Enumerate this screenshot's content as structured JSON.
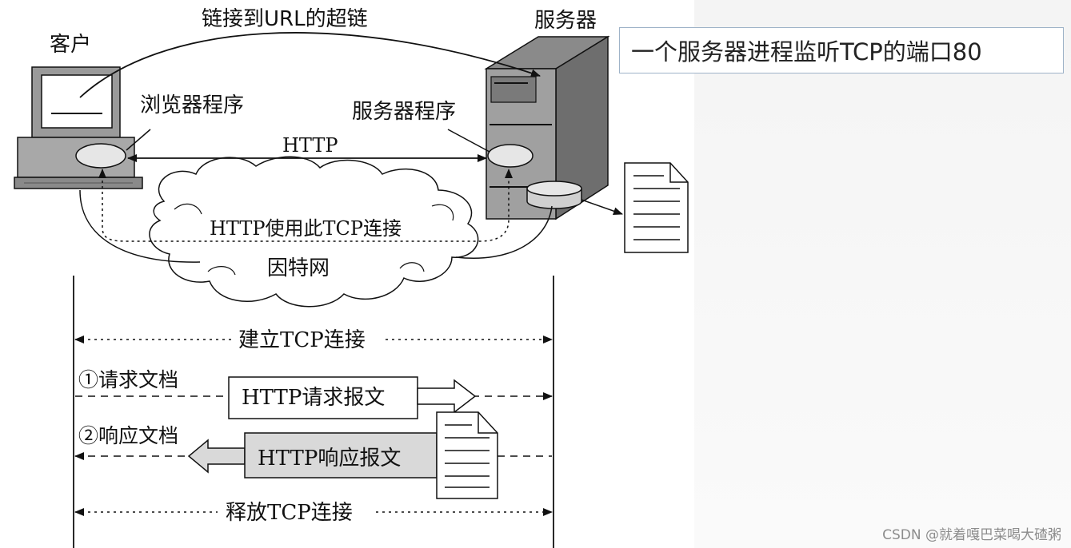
{
  "labels": {
    "client": "客户",
    "server": "服务器",
    "hyperlink": "链接到URL的超链",
    "browser": "浏览器程序",
    "server_program": "服务器程序",
    "http": "HTTP",
    "http_over_tcp": "HTTP使用此TCP连接",
    "internet": "因特网"
  },
  "note": "一个服务器进程监听TCP的端口80",
  "sequence": {
    "establish": "建立TCP连接",
    "request_step": "①请求文档",
    "request_msg": "HTTP请求报文",
    "response_step": "②响应文档",
    "response_msg": "HTTP响应报文",
    "release": "释放TCP连接"
  },
  "watermark": "CSDN @就着嘎巴菜喝大碴粥",
  "colors": {
    "line": "#111111",
    "device_gray": "#9a9a9a",
    "device_dark": "#6e6e6e",
    "response_fill": "#d9d9d9",
    "note_border": "#9fb3c8"
  }
}
